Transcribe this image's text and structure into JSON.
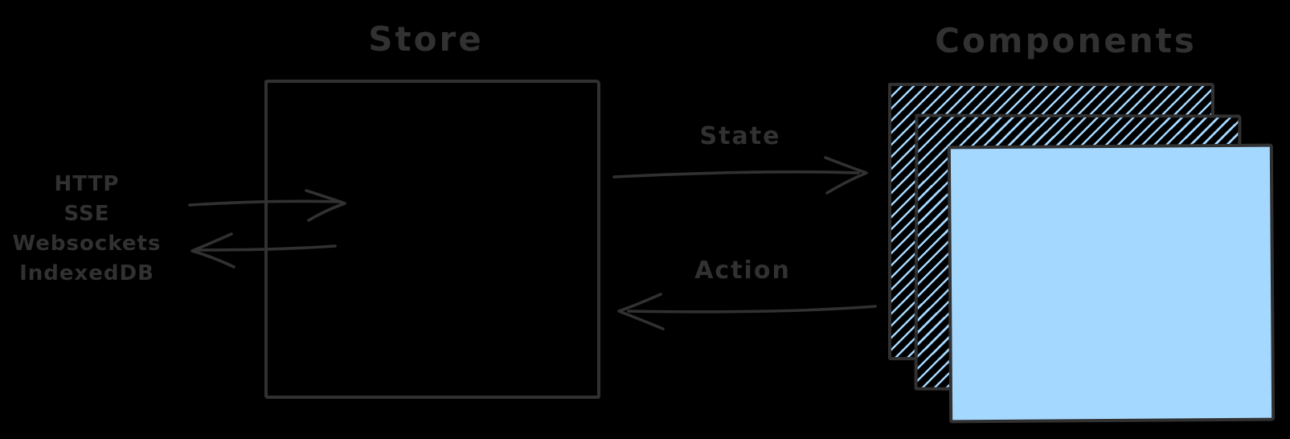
{
  "meta": {
    "background_color": "#000000",
    "stroke_color": "#313131",
    "accent_blue": "#a5d8ff"
  },
  "store": {
    "title": "Store"
  },
  "components": {
    "title": "Components",
    "card_count": 3
  },
  "flows": {
    "state_label": "State",
    "action_label": "Action"
  },
  "data_sources": {
    "lines": [
      "HTTP",
      "SSE",
      "Websockets",
      "IndexedDB"
    ]
  }
}
